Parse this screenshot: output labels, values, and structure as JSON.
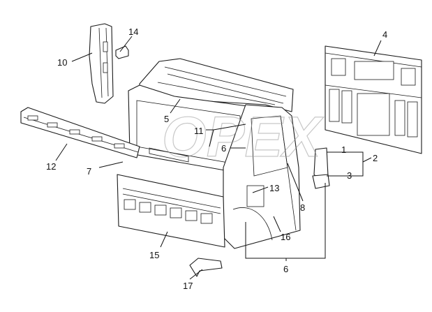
{
  "watermark": {
    "text": "OPEX"
  },
  "callouts": {
    "c1": "1",
    "c2": "2",
    "c3": "3",
    "c4": "4",
    "c5": "5",
    "c6a": "6",
    "c6b": "6",
    "c7": "7",
    "c8": "8",
    "c10": "10",
    "c11": "11",
    "c12": "12",
    "c13": "13",
    "c14": "14",
    "c15": "15",
    "c16": "16",
    "c17": "17"
  },
  "colors": {
    "line": "#1a1a1a",
    "background": "#ffffff",
    "watermark": "#9a9a9a"
  }
}
